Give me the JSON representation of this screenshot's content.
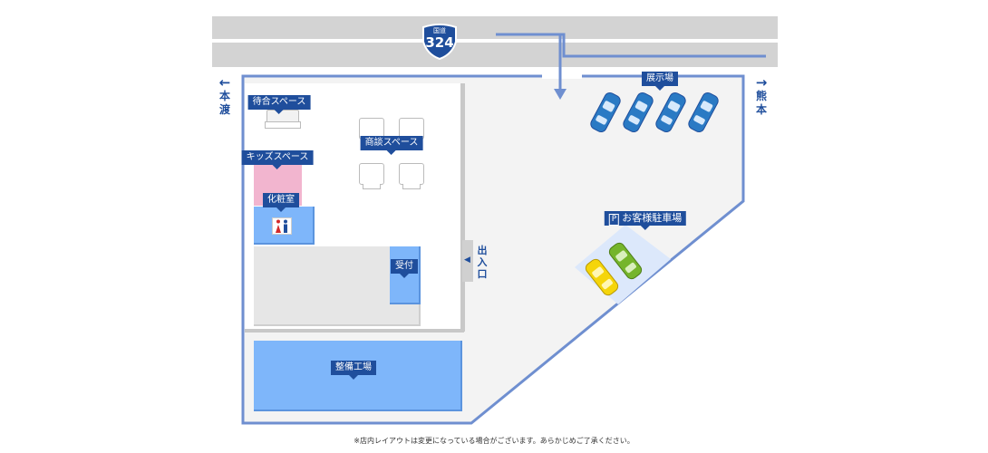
{
  "route": {
    "prefix": "国道",
    "number": "324"
  },
  "directions": {
    "left": {
      "arrow": "←",
      "text": "本渡"
    },
    "right": {
      "arrow": "→",
      "text": "熊本"
    }
  },
  "areas": {
    "waiting": "待合スペース",
    "kids": "キッズスペース",
    "powder_room": "化粧室",
    "consultation": "商談スペース",
    "reception": "受付",
    "workshop": "整備工場",
    "showroom": "展示場",
    "parking": {
      "badge": "P",
      "label": "お客様駐車場"
    },
    "entrance": {
      "arrow": "◀",
      "text": "出入口"
    }
  },
  "colors": {
    "accent": "#1f4e9c",
    "route_line": "#6f8fd0",
    "blue_area": "#7eb6fa",
    "kids_area": "#f2b5cf",
    "showroom_car": "#2a7ac4",
    "parked_car_green": "#75b52b",
    "parked_car_yellow": "#f5d50a"
  },
  "notice": "※店内レイアウトは変更になっている場合がございます。あらかじめご了承ください。"
}
